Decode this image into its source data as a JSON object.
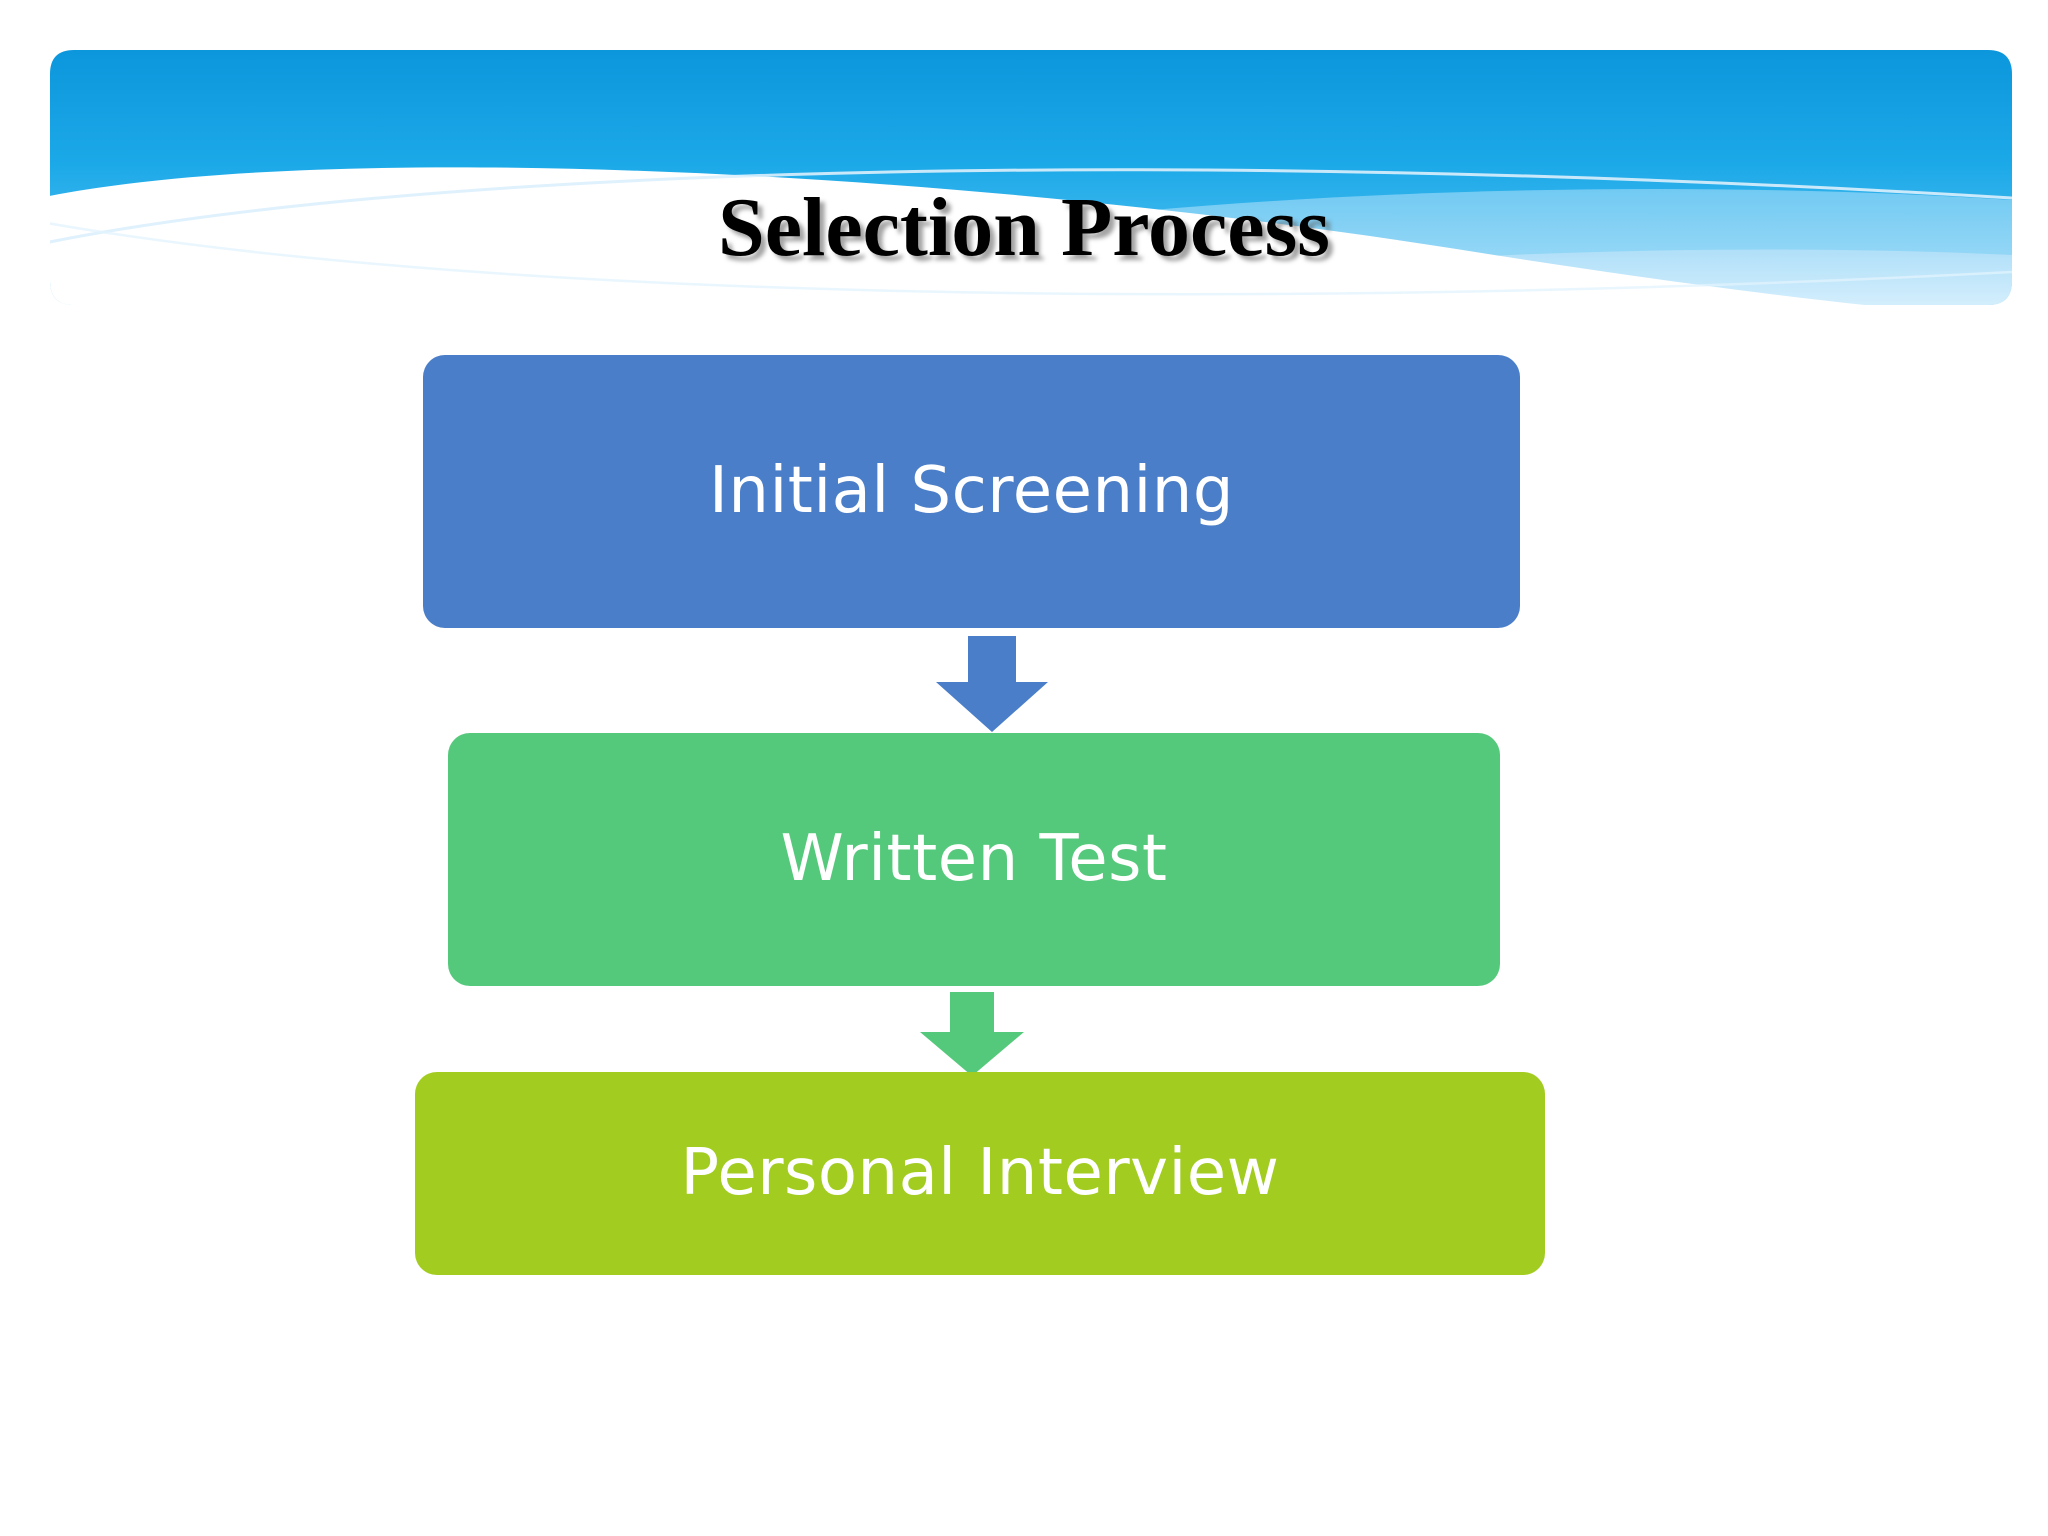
{
  "slide": {
    "title": "Selection Process",
    "background_color": "#FFFFFF"
  },
  "header": {
    "name": "decorative-blue-wave-banner",
    "gradient_top_color": "#0F9FE0",
    "gradient_bottom_color": "#5BC4F1",
    "wave_light_color": "#A7DDF7",
    "wave_line_color": "#D8EFFB"
  },
  "flow": {
    "steps": [
      {
        "id": "initial-screening",
        "label": "Initial Screening",
        "fill_color": "#4A7EC8",
        "text_color": "#FFFFFF",
        "order": 1
      },
      {
        "id": "written-test",
        "label": "Written Test",
        "fill_color": "#55C97B",
        "text_color": "#FFFFFF",
        "order": 2
      },
      {
        "id": "personal-interview",
        "label": "Personal Interview",
        "fill_color": "#A2CD20",
        "text_color": "#FFFFFF",
        "order": 3
      }
    ],
    "connectors": [
      {
        "id": "screening-to-test",
        "icon": "down-arrow-icon",
        "color": "#4A7EC8",
        "from": "initial-screening",
        "to": "written-test"
      },
      {
        "id": "test-to-interview",
        "icon": "down-arrow-icon",
        "color": "#55C97B",
        "from": "written-test",
        "to": "personal-interview"
      }
    ]
  }
}
